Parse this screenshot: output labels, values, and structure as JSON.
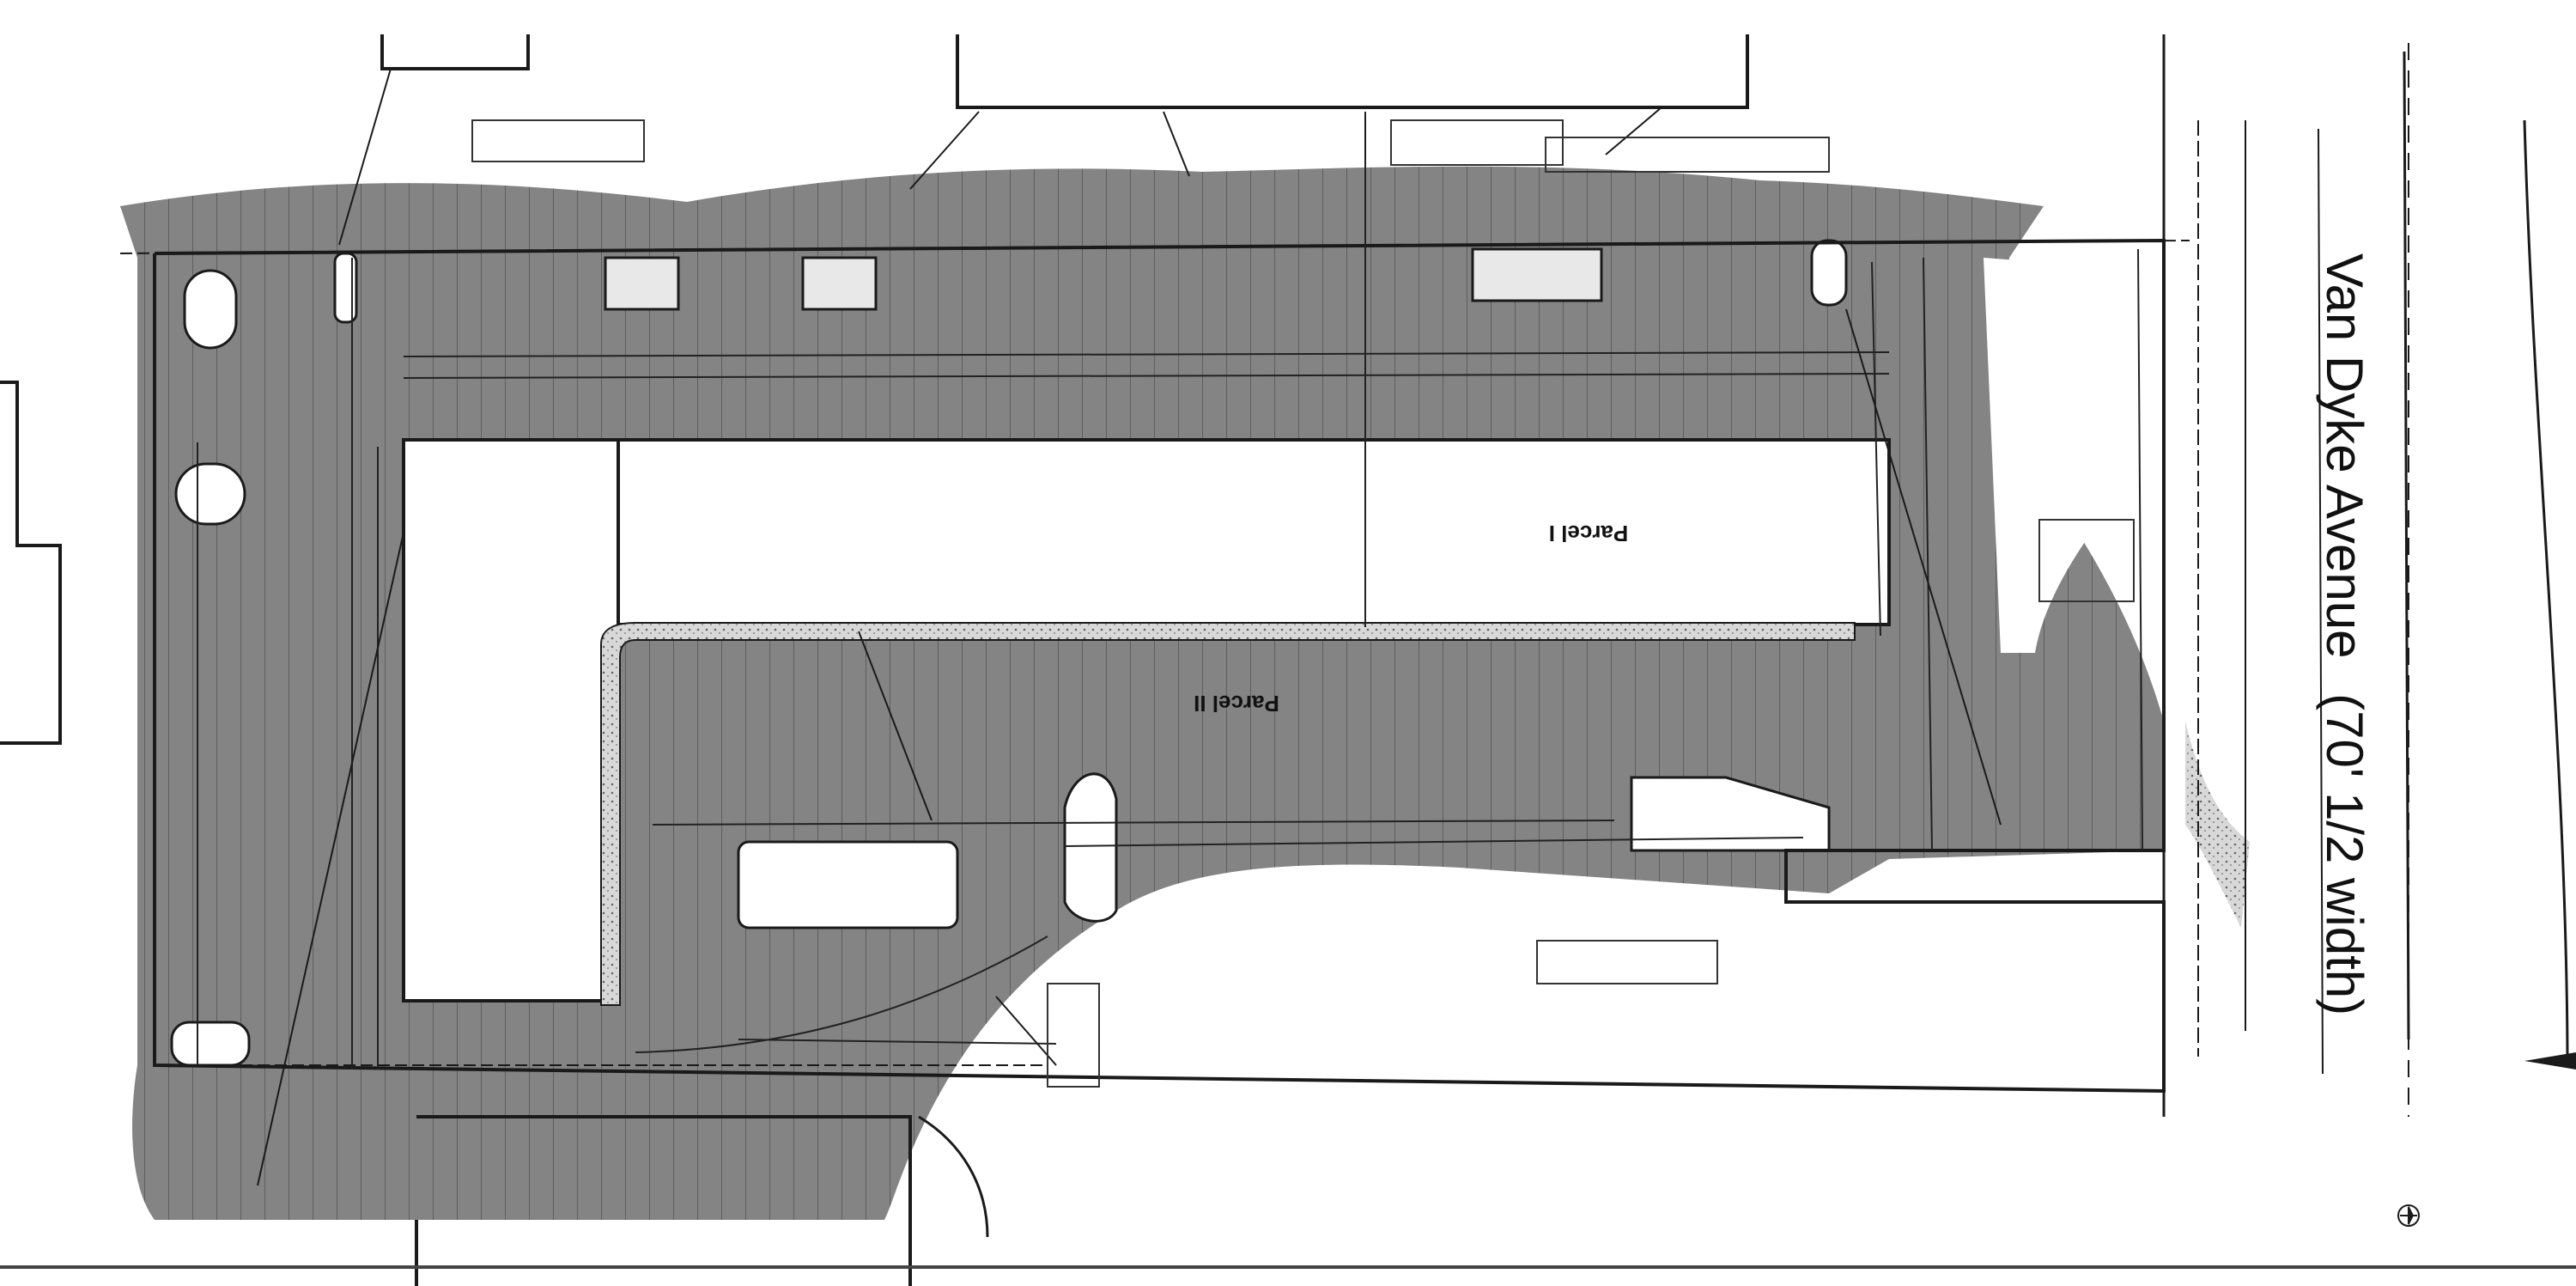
{
  "road": {
    "name": "Van Dyke Avenue",
    "width_note": "(70' 1/2 width)"
  },
  "parcels": [
    {
      "label": "Parcel I"
    },
    {
      "label": "Parcel II"
    }
  ],
  "colors": {
    "paving": "#7d7d7d",
    "paving_dark": "#5e5e5e",
    "linework": "#1a1a1a",
    "background": "#ffffff"
  }
}
